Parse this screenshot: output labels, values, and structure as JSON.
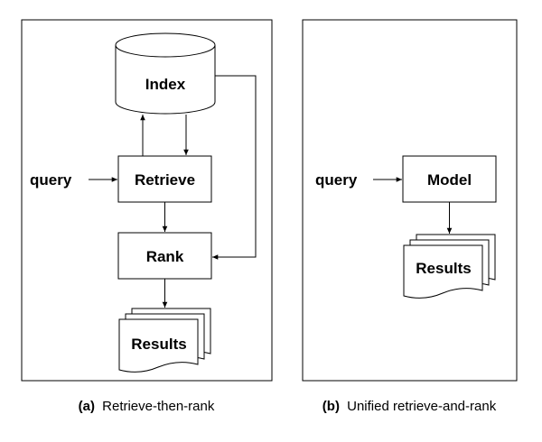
{
  "panel_a": {
    "query": "query",
    "index": "Index",
    "retrieve": "Retrieve",
    "rank": "Rank",
    "results": "Results",
    "caption_letter": "(a)",
    "caption_text": "Retrieve-then-rank"
  },
  "panel_b": {
    "query": "query",
    "model": "Model",
    "results": "Results",
    "caption_letter": "(b)",
    "caption_text": "Unified retrieve-and-rank"
  }
}
